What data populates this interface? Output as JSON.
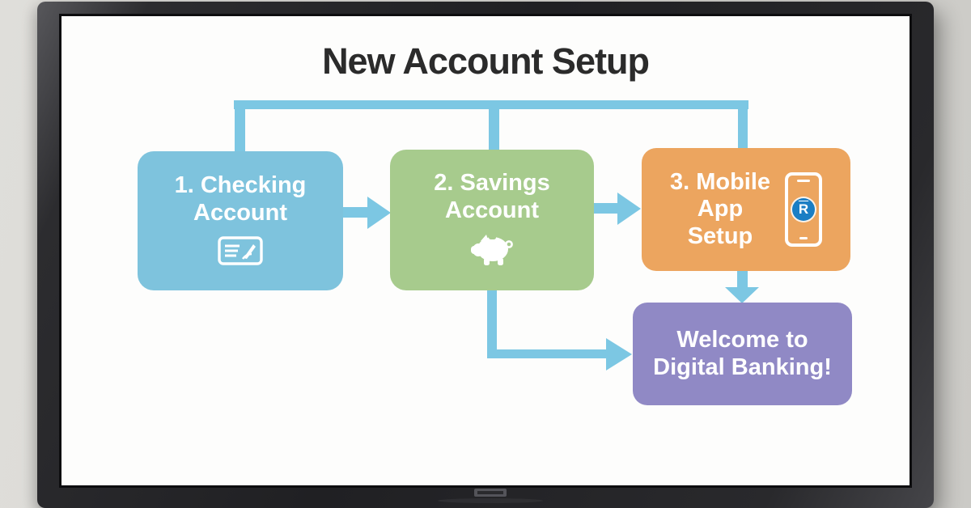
{
  "scene": {
    "description": "Wall-mounted TV displaying a bank onboarding flowchart slide",
    "wall_color": "#D8D7D3",
    "bezel_color": "#232326",
    "screen_color": "#FDFDFC"
  },
  "slide": {
    "title": "New Account Setup",
    "title_color": "#2B2B2B"
  },
  "flowchart": {
    "connector_color": "#7CC7E3",
    "boxes": [
      {
        "id": "checking",
        "lines": [
          "1. Checking",
          "Account"
        ],
        "icon": "cheque-icon",
        "color": "#7EC3DD"
      },
      {
        "id": "savings",
        "lines": [
          "2. Savings",
          "Account"
        ],
        "icon": "piggy-bank-icon",
        "color": "#A7CB8D"
      },
      {
        "id": "mobile",
        "lines": [
          "3. Mobile",
          "App",
          "Setup"
        ],
        "icon": "smartphone-icon",
        "color": "#ECA55F",
        "phone_logo_letter": "R",
        "phone_logo_color": "#1B7EC4"
      },
      {
        "id": "welcome",
        "lines": [
          "Welcome to",
          "Digital Banking!"
        ],
        "color": "#9089C5"
      }
    ],
    "edges": [
      {
        "from": "checking",
        "to": "savings",
        "type": "arrow-right"
      },
      {
        "from": "savings",
        "to": "mobile",
        "type": "arrow-right"
      },
      {
        "from": "mobile",
        "to": "welcome",
        "type": "arrow-down"
      },
      {
        "from": "savings",
        "to": "welcome",
        "type": "elbow-arrow-right"
      },
      {
        "from": "top-bus",
        "to": "checking, savings, mobile",
        "type": "bus-line"
      }
    ]
  }
}
